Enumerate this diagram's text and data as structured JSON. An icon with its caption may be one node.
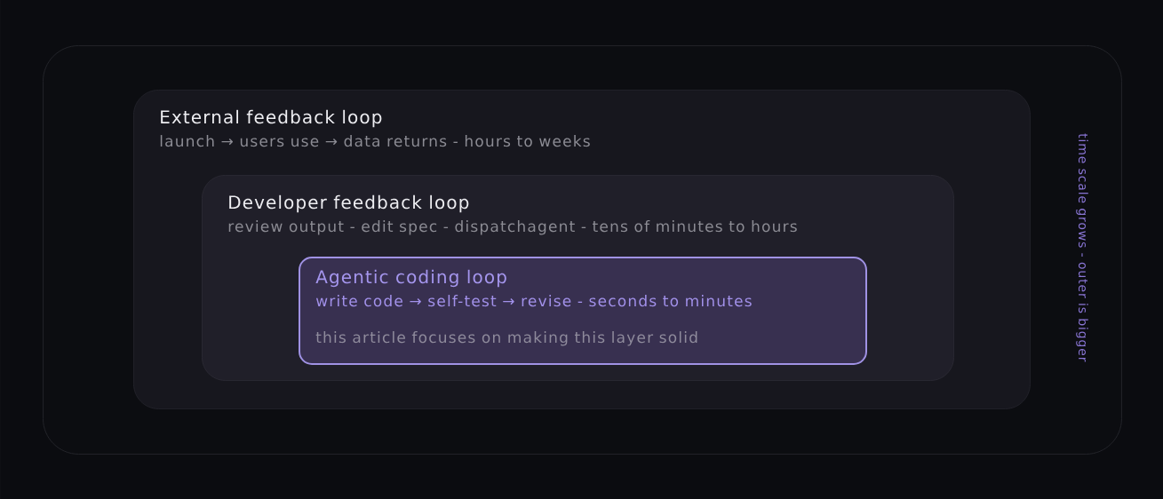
{
  "diagram": {
    "nodes": [
      {
        "text": [
          "time scale grows - outer is bigger"
        ]
      },
      {
        "text": [
          "External feedback loop",
          "launch → users use → data returns - hours to weeks"
        ],
        "in": 0
      },
      {
        "text": [
          "Developer feedback loop",
          "review output - edit spec - dispatchagent - tens of minutes to hours"
        ],
        "in": 1
      },
      {
        "text": [
          "Agentic coding loop",
          "write code → self-test → revise - seconds to minutes",
          "this article focuses on making this layer solid"
        ],
        "in": 2
      }
    ]
  }
}
